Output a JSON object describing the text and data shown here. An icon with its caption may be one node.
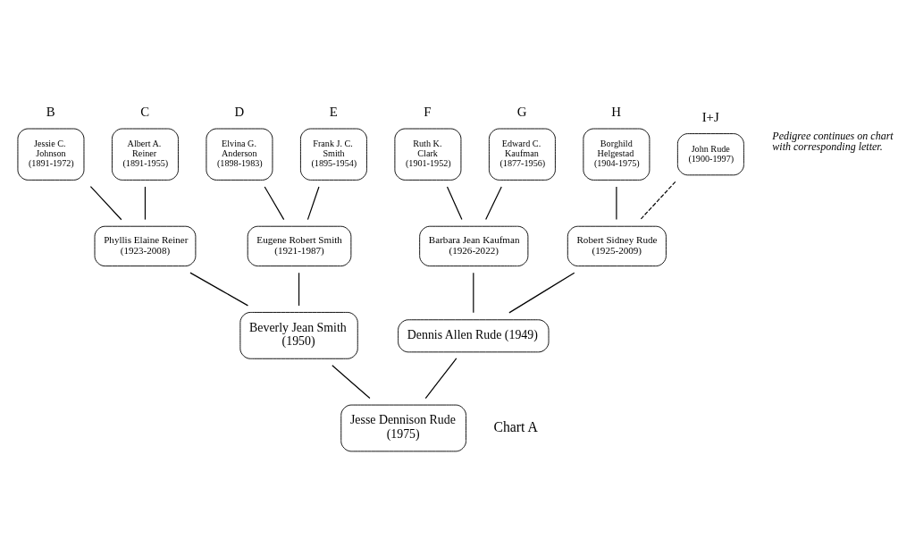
{
  "diagram": {
    "nodes": [
      {
        "text": [
          "Jessie C. Johnson (1891-1972)"
        ],
        "beside": [
          "B"
        ]
      },
      {
        "text": [
          "Albert A. Reiner (1891-1955)"
        ],
        "beside": [
          "C"
        ]
      },
      {
        "text": [
          "Elvina G. Anderson (1898-1983)"
        ],
        "beside": [
          "D"
        ]
      },
      {
        "text": [
          "Frank J. C. Smith (1895-1954)"
        ],
        "beside": [
          "E"
        ]
      },
      {
        "text": [
          "Ruth K. Clark (1901-1952)"
        ],
        "beside": [
          "F"
        ]
      },
      {
        "text": [
          "Edward C. Kaufman (1877-1956)"
        ],
        "beside": [
          "G"
        ]
      },
      {
        "text": [
          "Borghild Helgestad (1904-1975)"
        ],
        "beside": [
          "H"
        ]
      },
      {
        "text": [
          "John Rude (1900-1997)"
        ],
        "beside": [
          "I+J"
        ]
      },
      {
        "text": [
          "Phyllis Elaine Reiner (1923-2008)"
        ]
      },
      {
        "text": [
          "Eugene Robert Smith (1921-1987)"
        ]
      },
      {
        "text": [
          "Barbara Jean Kaufman (1926-2022)"
        ]
      },
      {
        "text": [
          "Robert Sidney Rude (1925-2009)"
        ]
      },
      {
        "text": [
          "Beverly Jean Smith (1950)"
        ]
      },
      {
        "text": [
          "Dennis Allen Rude (1949)"
        ]
      },
      {
        "text": [
          "Jesse Dennison Rude (1975)"
        ]
      }
    ],
    "edges": [
      {
        "from": 0,
        "to": 8,
        "arrow": "none"
      },
      {
        "from": 1,
        "to": 8,
        "arrow": "none"
      },
      {
        "from": 2,
        "to": 9,
        "arrow": "none"
      },
      {
        "from": 3,
        "to": 9,
        "arrow": "none"
      },
      {
        "from": 4,
        "to": 10,
        "arrow": "none"
      },
      {
        "from": 5,
        "to": 10,
        "arrow": "none"
      },
      {
        "from": 6,
        "to": 11,
        "arrow": "none"
      },
      {
        "from": 7,
        "to": 11,
        "arrow": "none",
        "style": "dashed"
      },
      {
        "from": 8,
        "to": 12,
        "arrow": "none"
      },
      {
        "from": 9,
        "to": 12,
        "arrow": "none"
      },
      {
        "from": 10,
        "to": 13,
        "arrow": "none"
      },
      {
        "from": 11,
        "to": 13,
        "arrow": "none"
      },
      {
        "from": 12,
        "to": 14,
        "arrow": "none"
      },
      {
        "from": 13,
        "to": 14,
        "arrow": "none"
      }
    ],
    "labels": [
      "Pedigree continues on chart with corresponding letter.",
      "Chart A"
    ]
  }
}
